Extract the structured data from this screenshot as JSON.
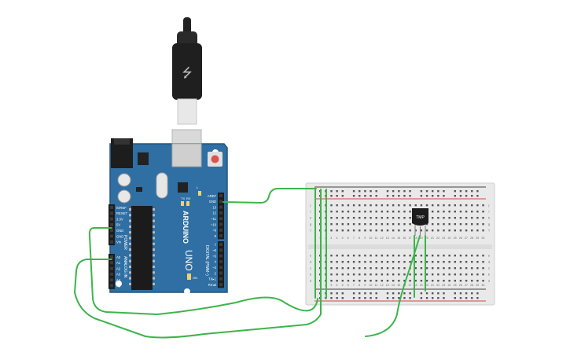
{
  "arduino": {
    "brand": "ARDUINO",
    "model": "UNO",
    "power_header_labels": [
      "IOREF",
      "RESET",
      "3.3V",
      "5V",
      "GND",
      "GND",
      "Vin"
    ],
    "power_title": "POWER",
    "analog_header_labels": [
      "A0",
      "A1",
      "A2",
      "A3",
      "A4",
      "A5"
    ],
    "analog_title": "ANALOG IN",
    "digital_header_labels_top": [
      "AREF",
      "GND",
      "13",
      "12",
      "~11",
      "~10",
      "~9",
      "8"
    ],
    "digital_header_labels_bottom": [
      "7",
      "~6",
      "~5",
      "4",
      "~3",
      "2",
      "TX▸1",
      "RX◂0"
    ],
    "digital_title": "DIGITAL (PWM~)",
    "led_labels": [
      "TX",
      "RX",
      "L"
    ],
    "on_label": "ON"
  },
  "breadboard": {
    "row_letters_top": [
      "j",
      "i",
      "h",
      "g",
      "f"
    ],
    "row_letters_bottom": [
      "e",
      "d",
      "c",
      "b",
      "a"
    ],
    "column_numbers": [
      "1",
      "2",
      "3",
      "4",
      "5",
      "6",
      "7",
      "8",
      "9",
      "10",
      "11",
      "12",
      "13",
      "14",
      "15",
      "16",
      "17",
      "18",
      "19",
      "20",
      "21",
      "22",
      "23",
      "24",
      "25",
      "26",
      "27",
      "28",
      "29",
      "30"
    ]
  },
  "sensor": {
    "label": "TMP"
  },
  "colors": {
    "board": "#2f6fa3",
    "board_edge": "#225580",
    "wire": "#3bb54a",
    "breadboard": "#e9e9e9",
    "rail_red": "#d64545",
    "rail_dark": "#444444",
    "usb": "#2a2a2a"
  }
}
